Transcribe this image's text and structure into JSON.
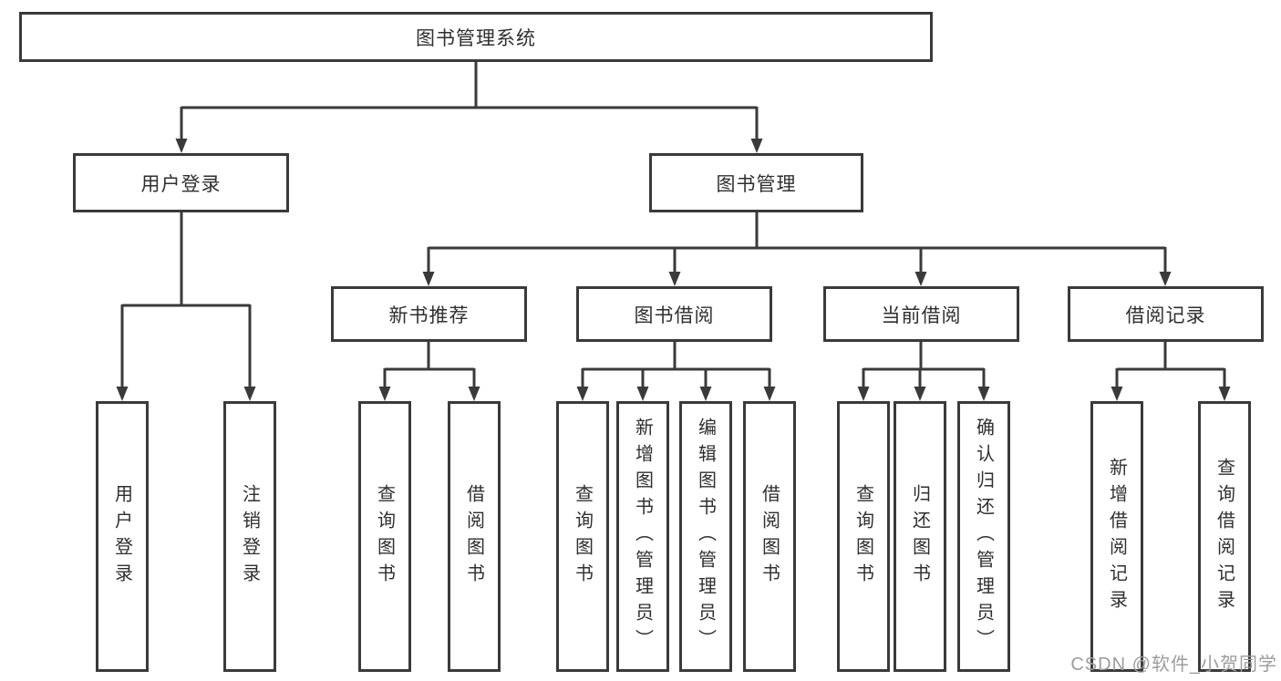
{
  "diagram": {
    "title": "图书管理系统",
    "type": "hierarchy-structure-chart",
    "colors": {
      "background": "#ffffff",
      "line": "#3a3a3a",
      "box_border": "#3a3a3a",
      "text": "#2f2f2f",
      "watermark_text": "#9c9c9c"
    }
  },
  "watermark": {
    "label": "CSDN @软件_小贺同学"
  },
  "nodes": {
    "root": {
      "label": "图书管理系统"
    },
    "user_login": {
      "label": "用户登录"
    },
    "book_mgmt": {
      "label": "图书管理"
    },
    "new_book_rec": {
      "label": "新书推荐"
    },
    "book_borrow": {
      "label": "图书借阅"
    },
    "current_borrow": {
      "label": "当前借阅"
    },
    "borrow_records": {
      "label": "借阅记录"
    },
    "ul_login": {
      "label": "用户登录"
    },
    "ul_logout": {
      "label": "注销登录"
    },
    "nbr_query_book": {
      "label": "查询图书"
    },
    "nbr_borrow_book": {
      "label": "借阅图书"
    },
    "bb_query_book": {
      "label": "查询图书"
    },
    "bb_add_book": {
      "label": "新增图书（管理员）"
    },
    "bb_edit_book": {
      "label": "编辑图书（管理员）"
    },
    "bb_borrow_book": {
      "label": "借阅图书"
    },
    "cb_query_book": {
      "label": "查询图书"
    },
    "cb_return_book": {
      "label": "归还图书"
    },
    "cb_confirm_return": {
      "label": "确认归还（管理员）"
    },
    "br_add_record": {
      "label": "新增借阅记录"
    },
    "br_query_record": {
      "label": "查询借阅记录"
    }
  },
  "edges": [
    [
      "root",
      "user_login"
    ],
    [
      "root",
      "book_mgmt"
    ],
    [
      "user_login",
      "ul_login"
    ],
    [
      "user_login",
      "ul_logout"
    ],
    [
      "book_mgmt",
      "new_book_rec"
    ],
    [
      "book_mgmt",
      "book_borrow"
    ],
    [
      "book_mgmt",
      "current_borrow"
    ],
    [
      "book_mgmt",
      "borrow_records"
    ],
    [
      "new_book_rec",
      "nbr_query_book"
    ],
    [
      "new_book_rec",
      "nbr_borrow_book"
    ],
    [
      "book_borrow",
      "bb_query_book"
    ],
    [
      "book_borrow",
      "bb_add_book"
    ],
    [
      "book_borrow",
      "bb_edit_book"
    ],
    [
      "book_borrow",
      "bb_borrow_book"
    ],
    [
      "current_borrow",
      "cb_query_book"
    ],
    [
      "current_borrow",
      "cb_return_book"
    ],
    [
      "current_borrow",
      "cb_confirm_return"
    ],
    [
      "borrow_records",
      "br_add_record"
    ],
    [
      "borrow_records",
      "br_query_record"
    ]
  ]
}
